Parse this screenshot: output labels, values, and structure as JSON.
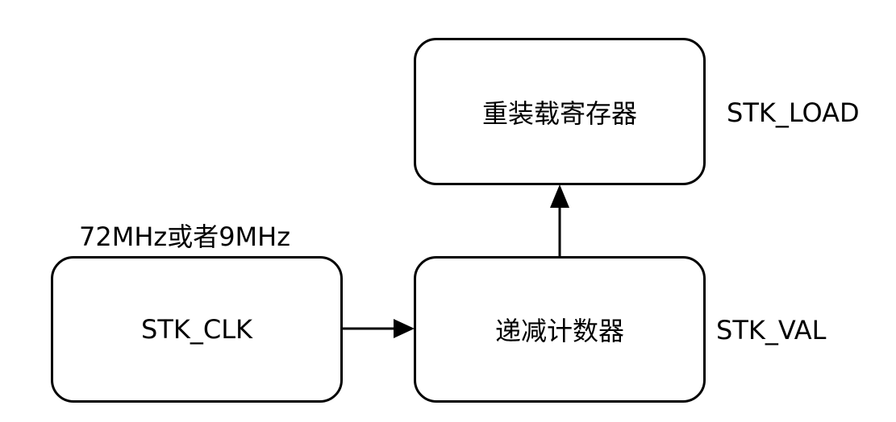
{
  "nodes": {
    "reload_register": {
      "label": "重装载寄存器",
      "name_tag": "STK_LOAD"
    },
    "down_counter": {
      "label": "递减计数器",
      "name_tag": "STK_VAL"
    },
    "clock_source": {
      "label": "STK_CLK",
      "frequency_note": "72MHz或者9MHz"
    }
  },
  "edges": [
    {
      "from": "clock_source",
      "to": "down_counter"
    },
    {
      "from": "down_counter",
      "to": "reload_register"
    }
  ]
}
